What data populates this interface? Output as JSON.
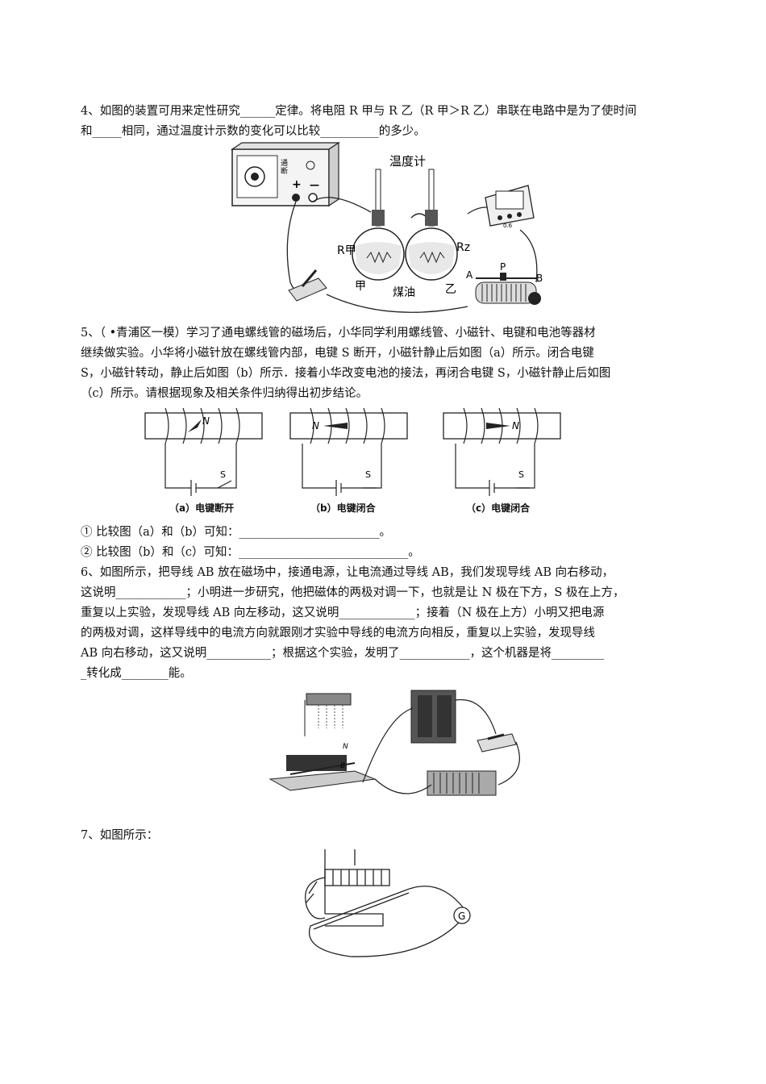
{
  "q4": {
    "line1": "4、如图的装置可用来定性研究______定律。将电阻 R 甲与 R 乙（R 甲＞R 乙）串联在电路中是为了使时间",
    "line2": "和_____相同，通过温度计示数的变化可以比较__________的多少。",
    "fig": {
      "thermometer": "温度计",
      "r_jia": "R甲",
      "r_yi": "Rz",
      "jia": "甲",
      "yi": "乙",
      "oil": "煤油",
      "a": "A",
      "p": "P",
      "b": "B",
      "plus": "+",
      "minus": "—",
      "meter_scale": "0.6",
      "box_label_1": "通",
      "box_label_2": "断"
    }
  },
  "q5": {
    "line1": "5、（ •青浦区一模）学习了通电螺线管的磁场后，小华同学利用螺线管、小磁针、电键和电池等器材",
    "line2": "继续做实验。小华将小磁针放在螺线管内部，电键 S 断开，小磁针静止后如图（a）所示。闭合电键",
    "line3": "S，小磁针转动，静止后如图（b）所示．接着小华改变电池的接法，再闭合电键 S，小磁针静止后如图",
    "line4": "（c）所示。请根据现象及相关条件归纳得出初步结论。",
    "captions": [
      "（a）电键断开",
      "（b）电键闭合",
      "（c）电键闭合"
    ],
    "needle_label": "N",
    "switch_label": "S",
    "ans1": "① 比较图（a）和（b）可知：________________________。",
    "ans2": "② 比较图（b）和（c）可知：_____________________________。"
  },
  "q6": {
    "line1": "6、如图所示，把导线 AB 放在磁场中，接通电源，让电流通过导线 AB，我们发现导线 AB 向右移动，",
    "line2": "这说明____________；小明进一步研究，他把磁体的两极对调一下，也就是让 N 极在下方，S 极在上方，",
    "line3": "重复以上实验，发现导线 AB 向左移动，这又说明_____________；接着（N 极在上方）小明又把电源",
    "line4": "的两极对调，这样导线中的电流方向就跟刚才实验中导线的电流方向相反，重复以上实验，发现导线",
    "line5": "AB 向右移动，这又说明___________；根据这个实验，发明了____________，这个机器是将_________",
    "line6": "_转化成________能。",
    "fig": {
      "n": "N",
      "b": "B"
    }
  },
  "q7": {
    "line1": "7、如图所示：",
    "fig": {
      "g": "G"
    }
  }
}
